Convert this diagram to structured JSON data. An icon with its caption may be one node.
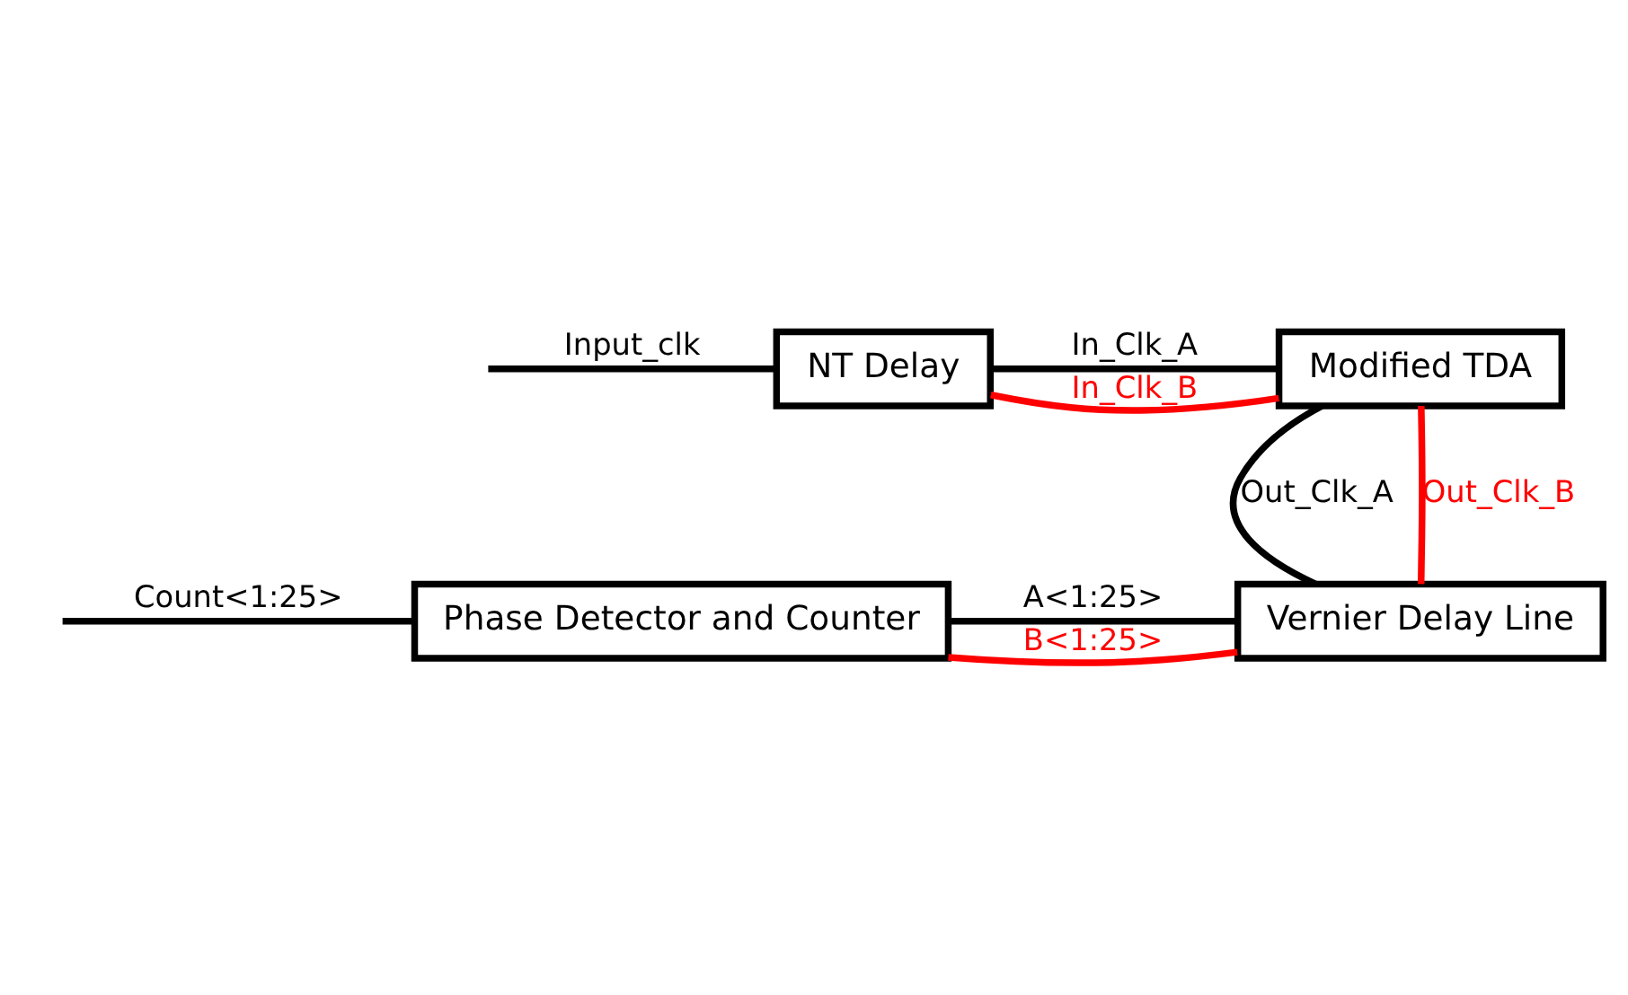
{
  "diagram": {
    "nodes": [
      {
        "text": [
          "NT Delay"
        ]
      },
      {
        "text": [
          "Modified TDA"
        ]
      },
      {
        "text": [
          "Vernier Delay Line"
        ]
      },
      {
        "text": [
          "Phase Detector and Counter"
        ]
      }
    ],
    "edges": [
      {
        "from": null,
        "to": 0,
        "arrow": "none",
        "label": "Input_clk"
      },
      {
        "from": 0,
        "to": 1,
        "arrow": "none",
        "label": "In_Clk_A"
      },
      {
        "from": 0,
        "to": 1,
        "arrow": "none",
        "label": "In_Clk_B",
        "color": "#ff0000"
      },
      {
        "from": 1,
        "to": 2,
        "arrow": "none",
        "label": "Out_Clk_A"
      },
      {
        "from": 1,
        "to": 2,
        "arrow": "none",
        "label": "Out_Clk_B",
        "color": "#ff0000"
      },
      {
        "from": 2,
        "to": 3,
        "arrow": "none",
        "label": "A<1:25>"
      },
      {
        "from": 2,
        "to": 3,
        "arrow": "none",
        "label": "B<1:25>",
        "color": "#ff0000"
      },
      {
        "from": 3,
        "to": null,
        "arrow": "none",
        "label": "Count<1:25>"
      }
    ]
  }
}
